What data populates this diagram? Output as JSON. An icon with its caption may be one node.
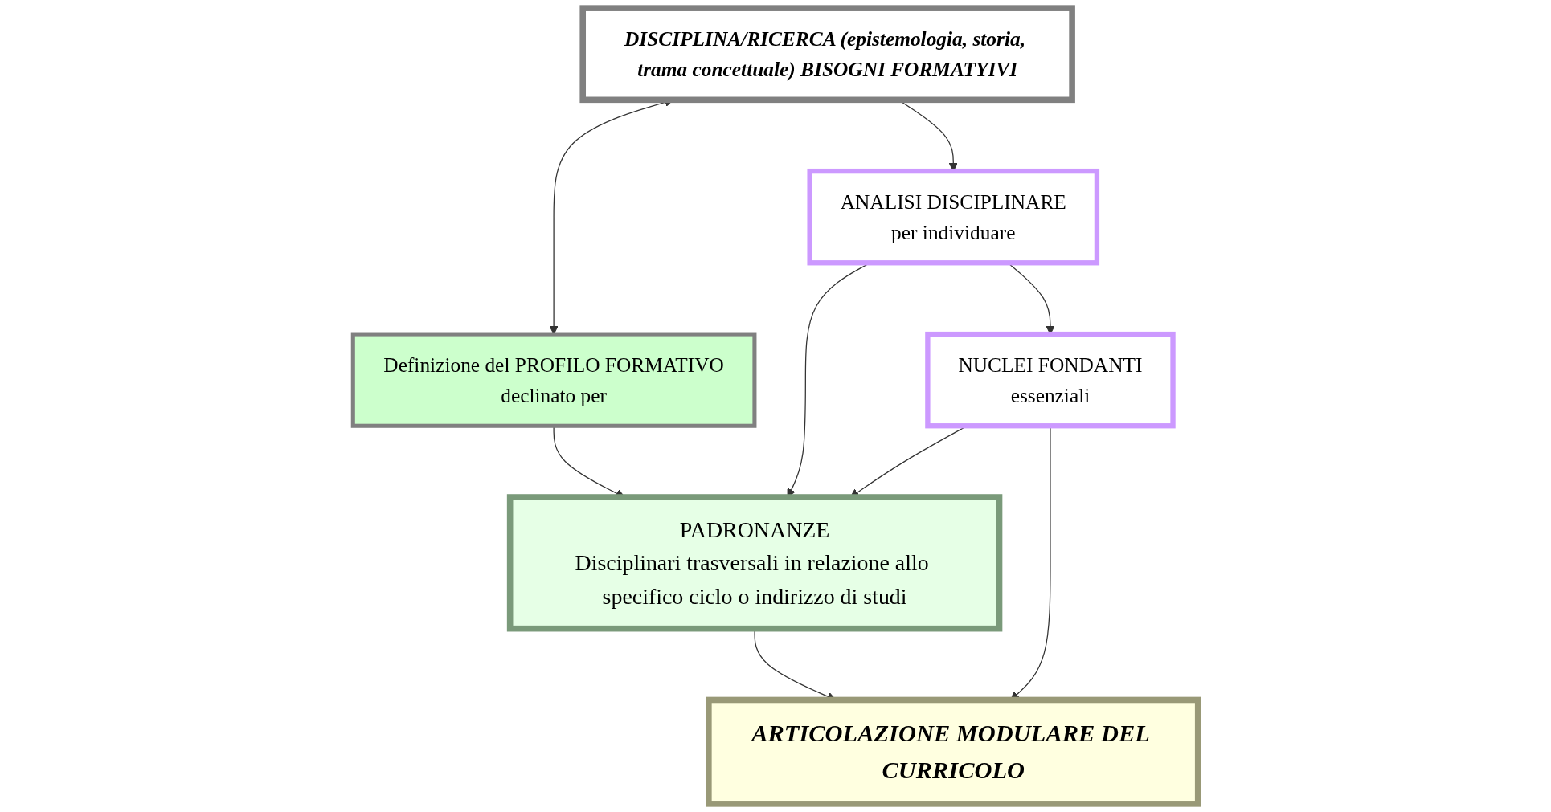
{
  "diagram": {
    "nodes": [
      {
        "text": [
          "DISCIPLINA/RICERCA (epistemologia, storia, trama concettuale) BISOGNI FORMATYIVI"
        ]
      },
      {
        "text": [
          "Definizione del PROFILO FORMATIVO",
          "declinato per"
        ]
      },
      {
        "text": [
          "ANALISI DISCIPLINARE",
          "per individuare"
        ]
      },
      {
        "text": [
          "NUCLEI FONDANTI",
          "essenziali"
        ]
      },
      {
        "text": [
          "PADRONANZE",
          "Disciplinari trasversali in relazione allo specifico ciclo o indirizzo di studi"
        ]
      },
      {
        "text": [
          "ARTICOLAZIONE MODULARE DEL CURRICOLO"
        ]
      }
    ],
    "edges": [
      {
        "from": 0,
        "to": 1,
        "arrow": "both"
      },
      {
        "from": 0,
        "to": 2,
        "arrow": "to"
      },
      {
        "from": 1,
        "to": 4,
        "arrow": "to"
      },
      {
        "from": 2,
        "to": 4,
        "arrow": "to"
      },
      {
        "from": 2,
        "to": 3,
        "arrow": "to"
      },
      {
        "from": 3,
        "to": 4,
        "arrow": "to"
      },
      {
        "from": 3,
        "to": 5,
        "arrow": "to"
      },
      {
        "from": 4,
        "to": 5,
        "arrow": "to"
      }
    ]
  }
}
